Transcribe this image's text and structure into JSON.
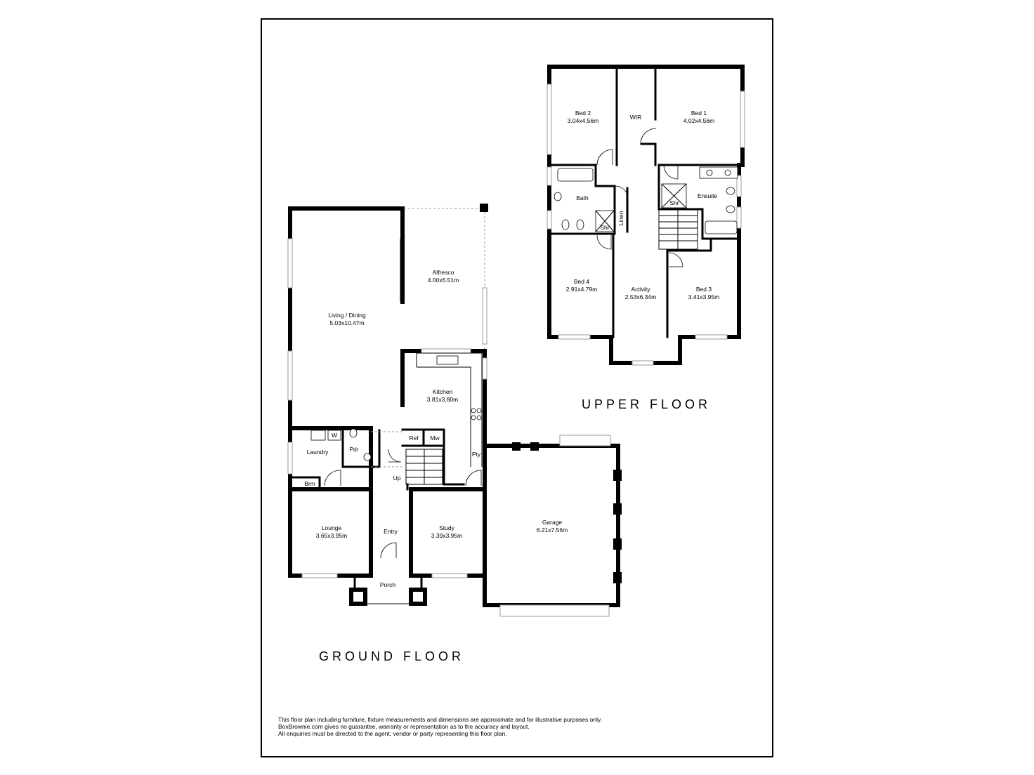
{
  "upper_floor": {
    "title": "UPPER FLOOR",
    "rooms": {
      "bed2": {
        "name": "Bed 2",
        "size": "3.04x4.56m"
      },
      "wir": {
        "name": "WIR"
      },
      "bed1": {
        "name": "Bed 1",
        "size": "4.02x4.56m"
      },
      "bath": {
        "name": "Bath"
      },
      "ensuite": {
        "name": "Ensuite"
      },
      "bath_shr": {
        "name": "Shr"
      },
      "ensuite_shr": {
        "name": "Shr"
      },
      "linen": {
        "name": "Linen"
      },
      "bed4": {
        "name": "Bed 4",
        "size": "2.91x4.79m"
      },
      "activity": {
        "name": "Activity",
        "size": "2.53x6.34m"
      },
      "bed3": {
        "name": "Bed 3",
        "size": "3.41x3.95m"
      }
    }
  },
  "ground_floor": {
    "title": "GROUND FLOOR",
    "rooms": {
      "living": {
        "name": "Living / Dining",
        "size": "5.03x10.47m"
      },
      "alfresco": {
        "name": "Alfresco",
        "size": "4.00x6.51m"
      },
      "kitchen": {
        "name": "Kitchen",
        "size": "3.81x3.80m"
      },
      "laundry": {
        "name": "Laundry"
      },
      "washer": {
        "name": "W"
      },
      "pdr": {
        "name": "Pdr"
      },
      "ref": {
        "name": "Ref"
      },
      "mw": {
        "name": "Mw"
      },
      "pty": {
        "name": "Pty"
      },
      "brm": {
        "name": "Brm"
      },
      "up": {
        "name": "Up"
      },
      "lounge": {
        "name": "Lounge",
        "size": "3.65x3.95m"
      },
      "entry": {
        "name": "Entry"
      },
      "study": {
        "name": "Study",
        "size": "3.39x3.95m"
      },
      "porch": {
        "name": "Porch"
      },
      "garage": {
        "name": "Garage",
        "size": "6.21x7.56m"
      }
    }
  },
  "disclaimer": [
    "This floor plan including furniture, fixture measurements and dimensions are approximate and for illustrative purposes only.",
    "BoxBrownie.com gives no guarantee, warranty or representation as to the accuracy and layout.",
    "All enquiries must be directed to the agent, vendor or party representing this floor plan."
  ]
}
